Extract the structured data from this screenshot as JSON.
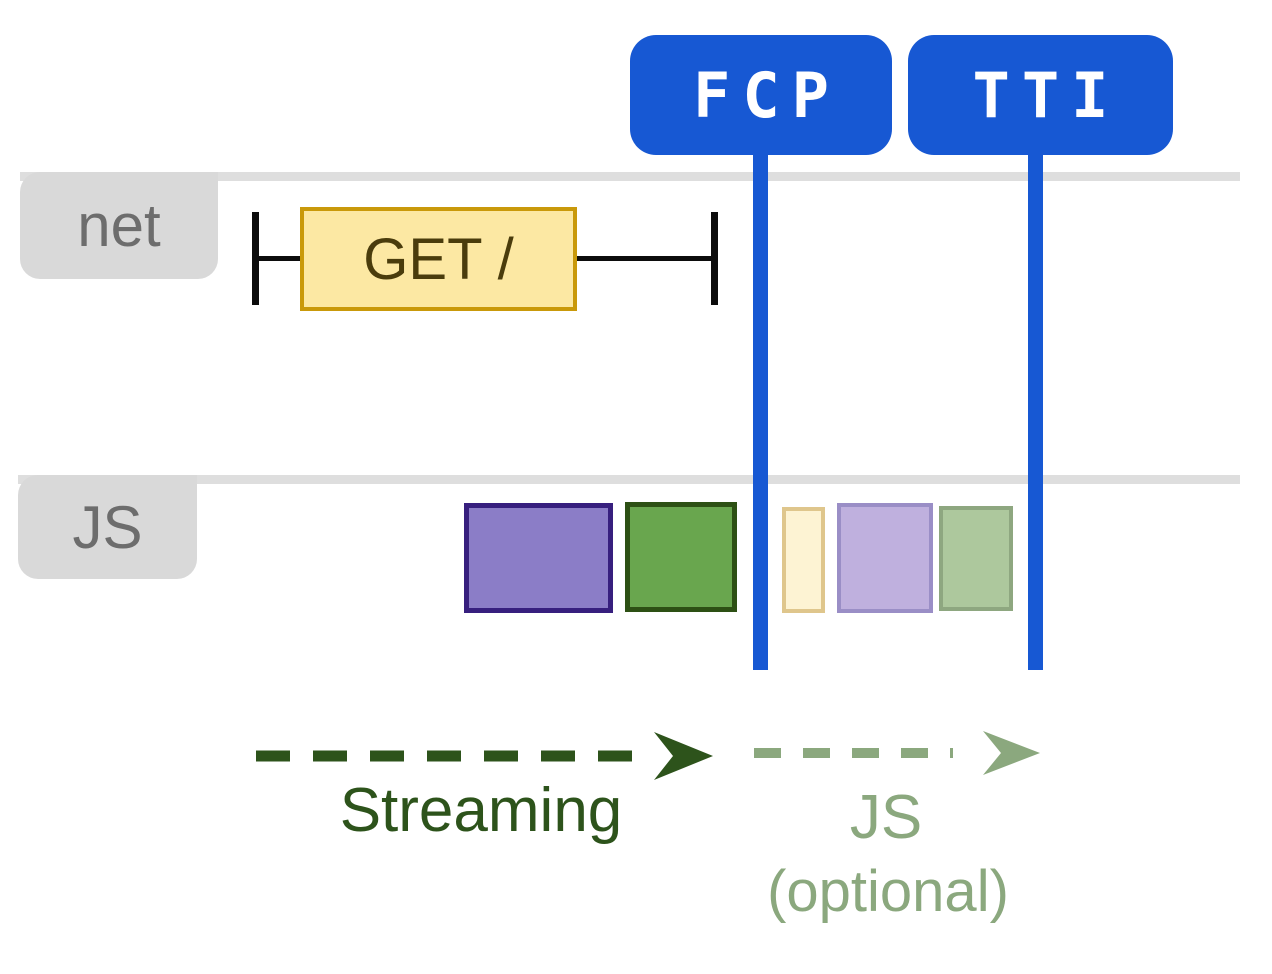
{
  "diagram": {
    "badges": [
      {
        "id": "fcp",
        "label": "FCP",
        "color": "#1758d3"
      },
      {
        "id": "tti",
        "label": "TTI",
        "color": "#1758d3"
      }
    ],
    "rows": [
      {
        "id": "net",
        "label": "net"
      },
      {
        "id": "js",
        "label": "JS"
      }
    ],
    "net_request": {
      "label": "GET /",
      "fill": "#fce8a3",
      "border": "#c9990a"
    },
    "js_tasks": [
      {
        "name": "streamed-chunk-purple",
        "fill": "#8b7dc7",
        "border": "#371f7e"
      },
      {
        "name": "streamed-chunk-green",
        "fill": "#69a64e",
        "border": "#2d5014"
      },
      {
        "name": "optional-chunk-yellow",
        "fill": "#fdf3d3",
        "border": "#dfc68c"
      },
      {
        "name": "optional-chunk-purple",
        "fill": "#bfb0de",
        "border": "#9a8ec6"
      },
      {
        "name": "optional-chunk-green",
        "fill": "#adc89d",
        "border": "#8ea780"
      }
    ],
    "phases": [
      {
        "label": "Streaming",
        "color": "#2d531b"
      },
      {
        "label": "JS",
        "sublabel": "(optional)",
        "color": "#8ba87e"
      }
    ]
  }
}
